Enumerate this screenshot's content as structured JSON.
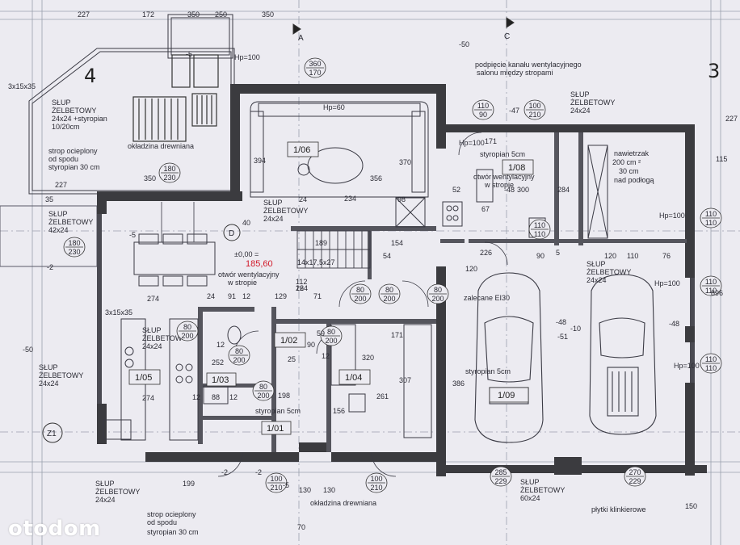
{
  "watermark": "otodom",
  "section_numbers": {
    "n4": "4",
    "n3": "3"
  },
  "axis_labels": {
    "a": "A",
    "c": "C",
    "d": "D",
    "z1": "Z1"
  },
  "rooms": {
    "r106": "1/06",
    "r108": "1/08",
    "r105": "1/05",
    "r103": "1/03",
    "r102": "1/02",
    "r104": "1/04",
    "r101": "1/01",
    "r109": "1/09"
  },
  "level": {
    "zero": "±0,00 =",
    "abs": "185,60"
  },
  "notes": {
    "slup_a": "SŁUP",
    "zelbet_a": "ŻELBETOWY",
    "size_a": "24x24 +styropian",
    "size_a2": "10/20cm",
    "strop_ocieplony": "strop ocieplony",
    "od_spodu": "od spodu",
    "styropian_30": "styropian 30 cm",
    "okladzina": "okładzina drewniana",
    "slup_b": "SŁUP",
    "zelbet_b": "ŻELBETOWY",
    "size_b": "42x24",
    "slup_c": "SŁUP",
    "zelbet_c": "ŻELBETOWY",
    "size_c": "24x24",
    "otwor1": "otwór wentylacyjny",
    "otwor1b": "w stropie",
    "slup_d": "SŁUP",
    "zelbet_d": "ŻELBETOWY",
    "size_d": "24x24",
    "slup_e": "SŁUP",
    "zelbet_e": "ŻELBETOWY",
    "size_e": "24x24",
    "slup_f": "SŁUP",
    "zelbet_f": "ŻELBETOWY",
    "size_f": "24x24",
    "strop_ocieplony2": "strop ocieplony",
    "od_spodu2": "od spodu",
    "styropian_30b": "styropian 30 cm",
    "okladzina2": "okładzina drewniana",
    "styropian5": "styropian 5cm",
    "podpiecie1": "podpięcie kanału wentylacyjnego",
    "podpiecie2": "salonu między stropami",
    "slup_g": "SŁUP",
    "zelbet_g": "ŻELBETOWY",
    "size_g": "24x24",
    "styropian5b": "styropian 5cm",
    "otwor2": "otwór wentylacyjny",
    "otwor2b": "w stropie",
    "nawietrzak1": "nawietrzak",
    "nawietrzak2": "200 cm ²",
    "nawietrzak3": "30 cm",
    "nawietrzak4": "nad podłogą",
    "slup_h": "SŁUP",
    "zelbet_h": "ŻELBETOWY",
    "size_h": "24x24",
    "zalecane": "zalecane EI30",
    "styropian5c": "styropian 5cm",
    "slup_i": "SŁUP",
    "zelbet_i": "ŻELBETOWY",
    "size_i": "60x24",
    "plytki": "płytki klinkierowe",
    "stairs": "14x17,5x27"
  },
  "doors": {
    "d1": [
      "180",
      "230"
    ],
    "d2": [
      "180",
      "230"
    ],
    "d3": [
      "360",
      "170"
    ],
    "d4": [
      "110",
      "90"
    ],
    "d5": [
      "100",
      "210"
    ],
    "d6": [
      "110",
      "110"
    ],
    "d7": [
      "80",
      "200"
    ],
    "d8": [
      "80",
      "200"
    ],
    "d9": [
      "80",
      "200"
    ],
    "d10": [
      "80",
      "200"
    ],
    "d11": [
      "80",
      "200"
    ],
    "d12": [
      "80",
      "200"
    ],
    "d13": [
      "80",
      "200"
    ],
    "d14": [
      "110",
      "110"
    ],
    "d15": [
      "110",
      "110"
    ],
    "d16": [
      "110",
      "110"
    ],
    "d17": [
      "100",
      "210"
    ],
    "d18": [
      "100",
      "210"
    ],
    "d19": [
      "285",
      "229"
    ],
    "d20": [
      "270",
      "229"
    ]
  },
  "dims": {
    "top": [
      "227",
      "172",
      "350",
      "250",
      "350"
    ],
    "misc": [
      "Hp=60",
      "394",
      "356",
      "370",
      "234",
      "24",
      "98",
      "40",
      "274",
      "24",
      "91",
      "12",
      "129",
      "71",
      "12",
      "189",
      "154",
      "54",
      "112",
      "264",
      "52",
      "120",
      "226",
      "90",
      "5",
      "120",
      "110",
      "76",
      "300",
      "284",
      "171",
      "67",
      "274",
      "12",
      "88",
      "12",
      "198",
      "252",
      "12",
      "59",
      "320",
      "25",
      "90",
      "12",
      "171",
      "307",
      "261",
      "156",
      "386",
      "199",
      "130",
      "130",
      "70",
      "150",
      "35",
      "227",
      "350",
      "-48",
      "-48",
      "-48",
      "-50",
      "-50",
      "-47",
      "-5",
      "-5",
      "-5",
      "-2",
      "-2",
      "-2",
      "896",
      "115",
      "227",
      "3x15x35",
      "3x15x35",
      "Hp=100",
      "Hp=100",
      "Hp=100",
      "Hp=100",
      "Hp=100",
      "-51",
      "-10"
    ]
  }
}
